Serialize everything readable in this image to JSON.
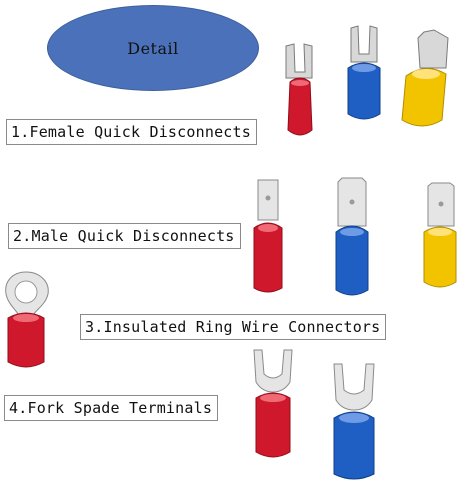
{
  "header": {
    "badge_text": "Detail"
  },
  "labels": [
    "1.Female Quick Disconnects",
    "2.Male Quick Disconnects",
    "3.Insulated Ring Wire Connectors",
    "4.Fork Spade Terminals"
  ],
  "colors": {
    "badge": "#4a71b9",
    "red_sleeve": "#d0182c",
    "blue_sleeve": "#1f5fc4",
    "yellow_sleeve": "#f2c400",
    "metal": "#d9d9d9"
  },
  "icons": [
    "female-disconnect-red-icon",
    "female-disconnect-blue-icon",
    "female-disconnect-yellow-icon",
    "male-disconnect-red-icon",
    "male-disconnect-blue-icon",
    "male-disconnect-yellow-icon",
    "ring-connector-red-icon",
    "fork-spade-red-icon",
    "fork-spade-blue-icon"
  ]
}
